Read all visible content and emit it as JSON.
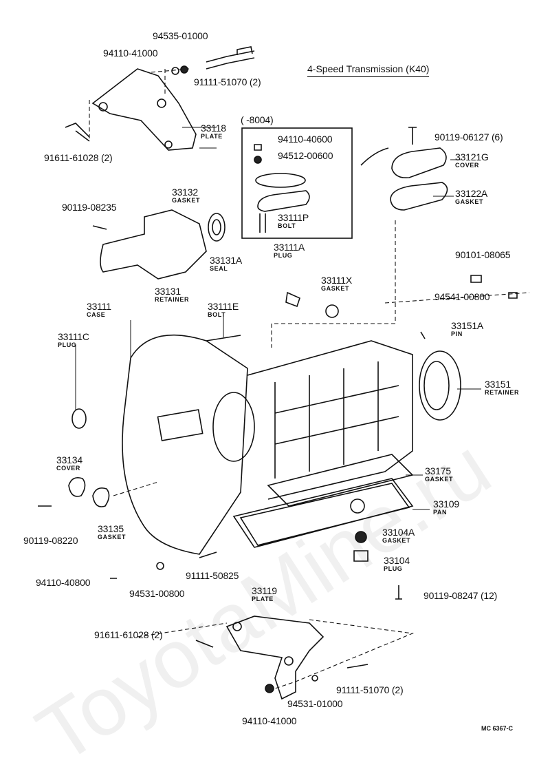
{
  "title": "4-Speed Transmission (K40)",
  "drawing_code": "MC 6367-C",
  "watermark": "ToyotaMine.ru",
  "box_range": "(      -8004)",
  "parts": {
    "p94535_01000": {
      "num": "94535-01000"
    },
    "p94110_41000_top": {
      "num": "94110-41000"
    },
    "p91111_51070_top": {
      "num": "91111-51070 (2)"
    },
    "p33118": {
      "num": "33118",
      "name": "PLATE"
    },
    "p91611_61028_top": {
      "num": "91611-61028 (2)"
    },
    "p94110_40600": {
      "num": "94110-40600"
    },
    "p94512_00600": {
      "num": "94512-00600"
    },
    "p33111P": {
      "num": "33111P",
      "name": "BOLT"
    },
    "p90119_06127": {
      "num": "90119-06127 (6)"
    },
    "p33121G": {
      "num": "33121G",
      "name": "COVER"
    },
    "p33122A": {
      "num": "33122A",
      "name": "GASKET"
    },
    "p33132": {
      "num": "33132",
      "name": "GASKET"
    },
    "p90119_08235": {
      "num": "90119-08235"
    },
    "p33131A": {
      "num": "33131A",
      "name": "SEAL"
    },
    "p33131": {
      "num": "33131",
      "name": "RETAINER"
    },
    "p33111A": {
      "num": "33111A",
      "name": "PLUG"
    },
    "p33111X": {
      "num": "33111X",
      "name": "GASKET"
    },
    "p90101_08065": {
      "num": "90101-08065"
    },
    "p94541_00800": {
      "num": "94541-00800"
    },
    "p33111": {
      "num": "33111",
      "name": "CASE"
    },
    "p33111E": {
      "num": "33111E",
      "name": "BOLT"
    },
    "p33151A": {
      "num": "33151A",
      "name": "PIN"
    },
    "p33111C": {
      "num": "33111C",
      "name": "PLUG"
    },
    "p33151": {
      "num": "33151",
      "name": "RETAINER"
    },
    "p33175": {
      "num": "33175",
      "name": "GASKET"
    },
    "p33134": {
      "num": "33134",
      "name": "COVER"
    },
    "p33109": {
      "num": "33109",
      "name": "PAN"
    },
    "p33135": {
      "num": "33135",
      "name": "GASKET"
    },
    "p90119_08220": {
      "num": "90119-08220"
    },
    "p33104A": {
      "num": "33104A",
      "name": "GASKET"
    },
    "p33104": {
      "num": "33104",
      "name": "PLUG"
    },
    "p94110_40800": {
      "num": "94110-40800"
    },
    "p94531_00800": {
      "num": "94531-00800"
    },
    "p91111_50825": {
      "num": "91111-50825"
    },
    "p90119_08247": {
      "num": "90119-08247 (12)"
    },
    "p33119": {
      "num": "33119",
      "name": "PLATE"
    },
    "p91611_61028_bot": {
      "num": "91611-61028 (2)"
    },
    "p91111_51070_bot": {
      "num": "91111-51070 (2)"
    },
    "p94531_01000": {
      "num": "94531-01000"
    },
    "p94110_41000_bot": {
      "num": "94110-41000"
    }
  }
}
